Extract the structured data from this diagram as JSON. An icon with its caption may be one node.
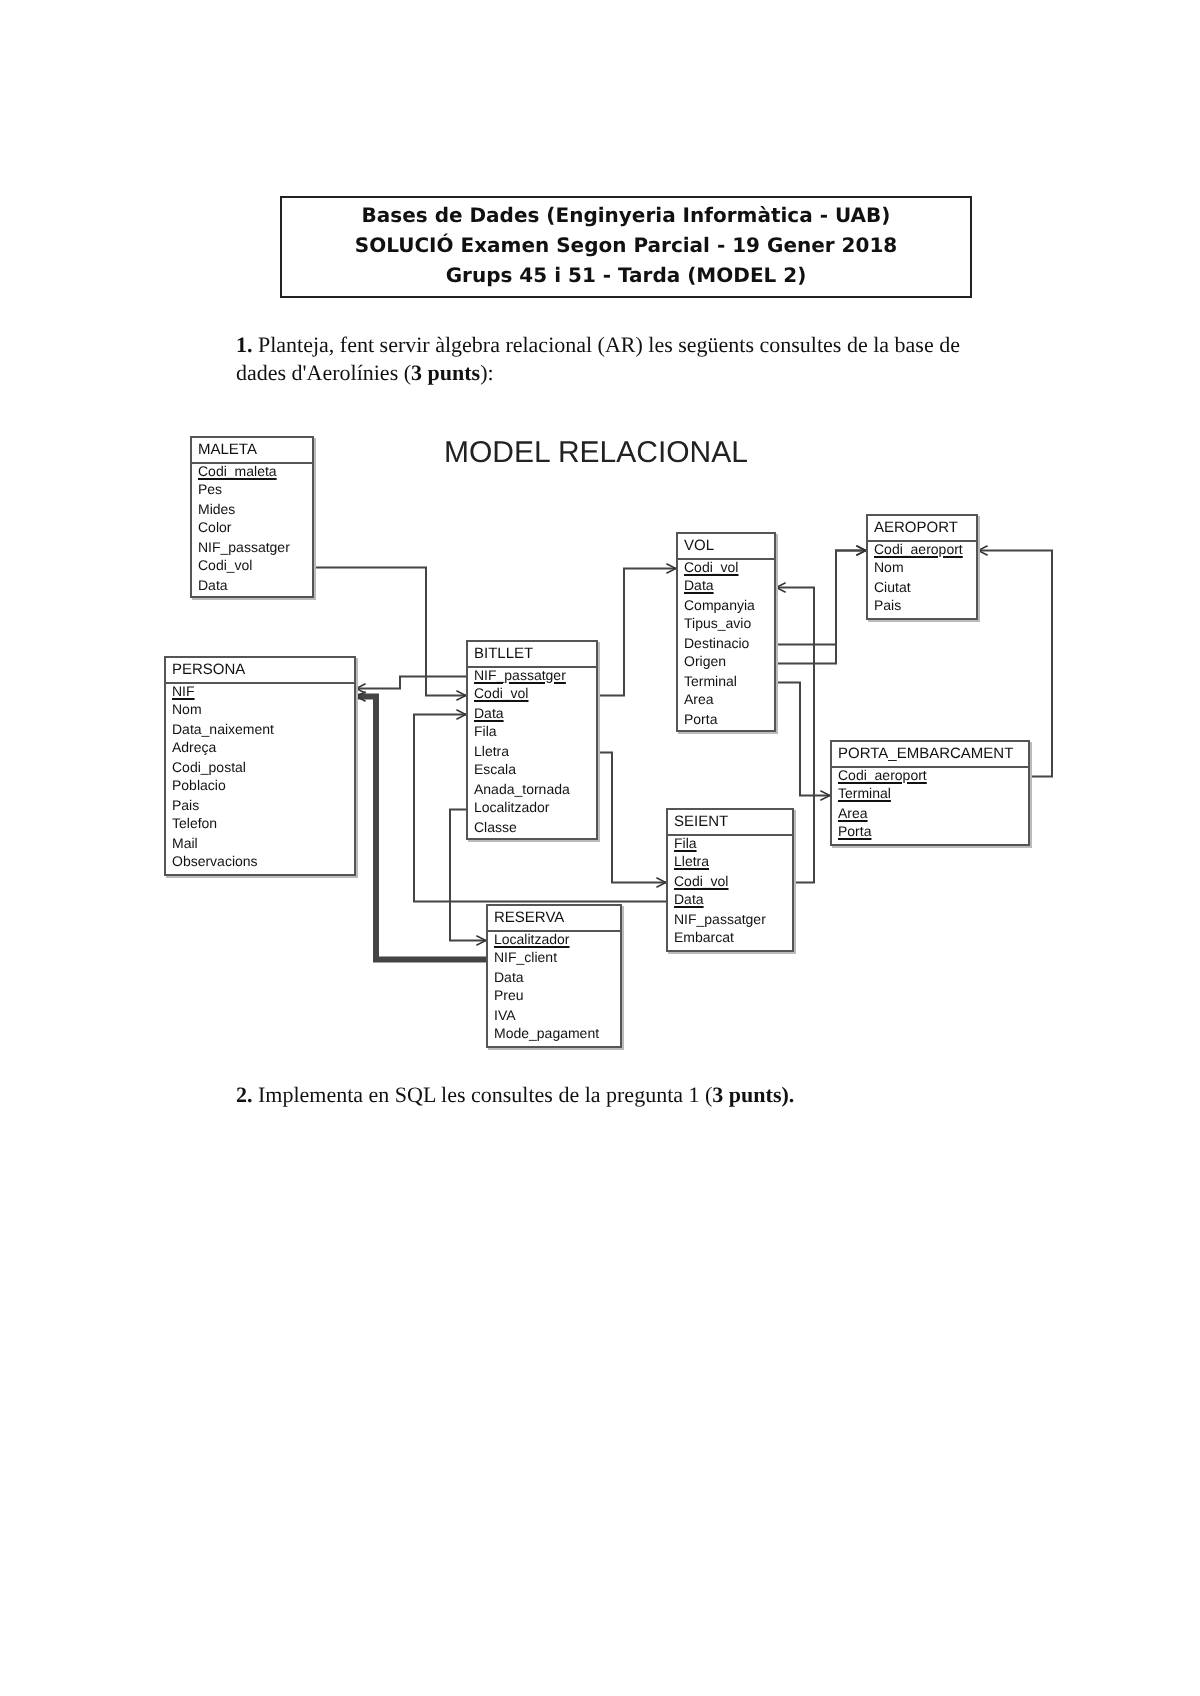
{
  "diagram": {
    "title": "MODEL RELACIONAL",
    "nodes": [
      {
        "text": [
          "Bases de Dades (Enginyeria Informàtica - UAB)",
          "SOLUCIÓ Examen Segon Parcial - 19 Gener 2018",
          "Grups 45 i 51 - Tarda  (MODEL 2)"
        ]
      },
      {
        "text": [
          "MALETA",
          "Codi_maleta",
          "Pes",
          "Mides",
          "Color",
          "NIF_passatger",
          "Codi_vol",
          "Data"
        ]
      },
      {
        "text": [
          "PERSONA",
          "NIF",
          "Nom",
          "Data_naixement",
          "Adreça",
          "Codi_postal",
          "Poblacio",
          "Pais",
          "Telefon",
          "Mail",
          "Observacions"
        ]
      },
      {
        "text": [
          "BITLLET",
          "NIF_passatger",
          "Codi_vol",
          "Data",
          "Fila",
          "Lletra",
          "Escala",
          "Anada_tornada",
          "Localitzador",
          "Classe"
        ]
      },
      {
        "text": [
          "VOL",
          "Codi_vol",
          "Data",
          "Companyia",
          "Tipus_avio",
          "Destinacio",
          "Origen",
          "Terminal",
          "Area",
          "Porta"
        ]
      },
      {
        "text": [
          "AEROPORT",
          "Codi_aeroport",
          "Nom",
          "Ciutat",
          "Pais"
        ]
      },
      {
        "text": [
          "PORTA_EMBARCAMENT",
          "Codi_aeroport",
          "Terminal",
          "Area",
          "Porta"
        ]
      },
      {
        "text": [
          "SEIENT",
          "Fila",
          "Lletra",
          "Codi_vol",
          "Data",
          "NIF_passatger",
          "Embarcat"
        ]
      },
      {
        "text": [
          "RESERVA",
          "Localitzador",
          "NIF_client",
          "Data",
          "Preu",
          "IVA",
          "Mode_pagament"
        ]
      }
    ],
    "edges": [
      {
        "from": 1,
        "to": 3,
        "arrow": "to"
      },
      {
        "from": 3,
        "to": 2,
        "arrow": "to"
      },
      {
        "from": 8,
        "to": 2,
        "arrow": "to",
        "style": "thick"
      },
      {
        "from": 3,
        "to": 8,
        "arrow": "to"
      },
      {
        "from": 3,
        "to": 4,
        "arrow": "to"
      },
      {
        "from": 3,
        "to": 7,
        "arrow": "to"
      },
      {
        "from": 7,
        "to": 3,
        "arrow": "to"
      },
      {
        "from": 7,
        "to": 4,
        "arrow": "to"
      },
      {
        "from": 4,
        "to": 5,
        "arrow": "to"
      },
      {
        "from": 4,
        "to": 5,
        "arrow": "to"
      },
      {
        "from": 4,
        "to": 6,
        "arrow": "to"
      },
      {
        "from": 6,
        "to": 5,
        "arrow": "to"
      }
    ],
    "labels": [
      "**1.** Planteja, fent servir àlgebra relacional (AR) les següents consultes de la base de dades d'Aerolínies (**3 punts**):",
      "**2.** Implementa en SQL les consultes de la pregunta 1 (**3 punts).**"
    ]
  }
}
